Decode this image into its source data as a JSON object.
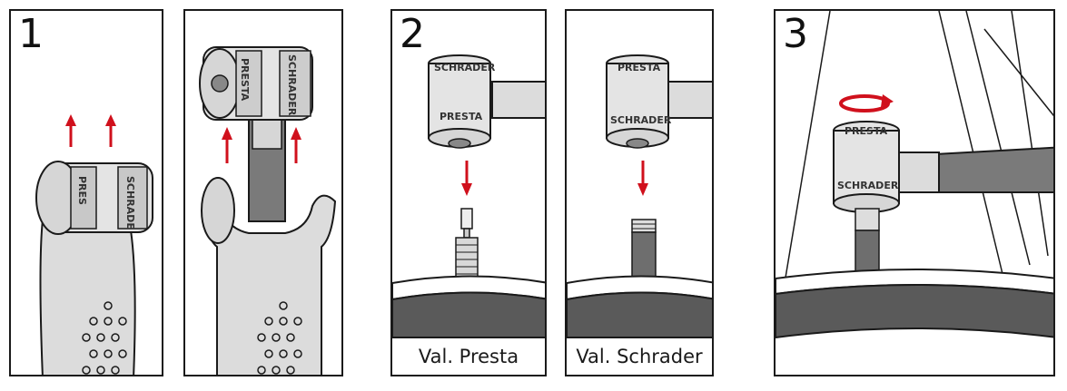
{
  "steps": [
    {
      "number": "1"
    },
    {
      "number": ""
    },
    {
      "number": "2",
      "caption": "Val. Presta"
    },
    {
      "number": "",
      "caption": "Val. Schrader"
    },
    {
      "number": "3"
    }
  ],
  "labels": {
    "presta": "PRESTA",
    "schrader": "SCHRADER",
    "presta_short": "PRES",
    "schrader_short": "SCHRADE"
  },
  "colors": {
    "arrow": "#d0101c",
    "outline": "#1a1a1a",
    "body_fill": "#dcdcdc",
    "tire": "#5a5a5a",
    "stem": "#6e6e6e"
  }
}
